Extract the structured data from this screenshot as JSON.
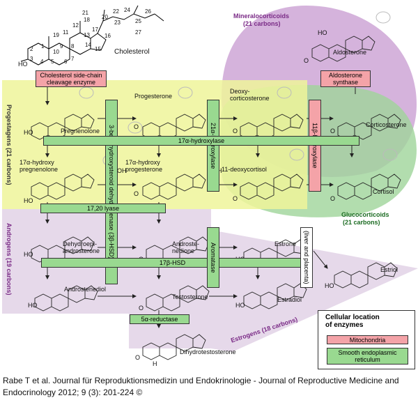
{
  "cholesterol": {
    "name": "Cholesterol",
    "carbon_numbers": [
      "1",
      "2",
      "3",
      "4",
      "5",
      "6",
      "7",
      "8",
      "9",
      "10",
      "11",
      "12",
      "13",
      "14",
      "15",
      "16",
      "17",
      "18",
      "19",
      "20",
      "21",
      "22",
      "23",
      "24",
      "25",
      "26",
      "27"
    ],
    "hydroxyl": "HO"
  },
  "regions": {
    "mineralocorticoids": {
      "title": "Mineralocorticoids",
      "subtitle": "(21 carbons)",
      "color": "#c79ad0"
    },
    "glucocorticoids": {
      "title": "Glucocorticoids",
      "subtitle": "(21 carbons)",
      "color": "#9fd59a"
    },
    "progestagens": {
      "title": "Progestagens (21 carbons)",
      "color": "#eef59a"
    },
    "androgens": {
      "title": "Androgens (19 carbons)",
      "color": "#e8daec"
    },
    "estrogens": {
      "title": "Estrogens (18 carbons)",
      "color": "#e8daec"
    }
  },
  "molecules": {
    "pregnenolone": "Pregnenolone",
    "progesterone": "Progesterone",
    "deoxycorticosterone": "Deoxy-\ncorticosterone",
    "corticosterone": "Corticosterone",
    "aldosterone": "Aldosterone",
    "hydroxypregnenolone": "17α-hydroxy\npregnenolone",
    "hydroxyprogesterone": "17α-hydroxy\nprogesterone",
    "deoxycortisol": "11-deoxycortisol",
    "cortisol": "Cortisol",
    "dhea": "Dehydroepi-\nandrosterone",
    "androstenedione": "Androste-\nnedione",
    "estrone": "Estrone",
    "estriol": "Estriol",
    "androstenediol": "Androstenediol",
    "testosterone": "Testosterone",
    "estradiol": "Estradiol",
    "dht": "Dihydrotestosterone"
  },
  "atom_labels": {
    "hydroxyl": "HO",
    "oxygen": "O",
    "hydroxyl_right": "OH",
    "hydrogen": "H"
  },
  "enzymes": {
    "side_chain": "Cholesterol side-chain\ncleavage enzyme",
    "hsd3b": "3-beta-hydroxysteroid dehydrogenase (3β-HSD)",
    "hydroxylase21": "21α-hydroxylase",
    "hydroxylase11b": "11β-hydroxylase",
    "aldosterone_synthase": "Aldosterone\nsynthase",
    "hydroxylase17a": "17α-hydroxylase",
    "lyase": "17,20 lyase",
    "hsd17b": "17β-HSD",
    "aromatase": "Aromatase",
    "liver_placenta": "(liver and placenta)",
    "reductase": "5α-reductase"
  },
  "legend": {
    "title": "Cellular location\nof enzymes",
    "mitochondria": "Mitochondria",
    "ser": "Smooth endoplasmic\nreticulum",
    "mito_color": "#f4a3a8",
    "ser_color": "#99d990"
  },
  "citation": "Rabe T et al. Journal für Reproduktionsmedizin und Endokrinologie - Journal of Reproductive Medicine and Endocrinology 2012; 9 (3): 201-224 ©"
}
